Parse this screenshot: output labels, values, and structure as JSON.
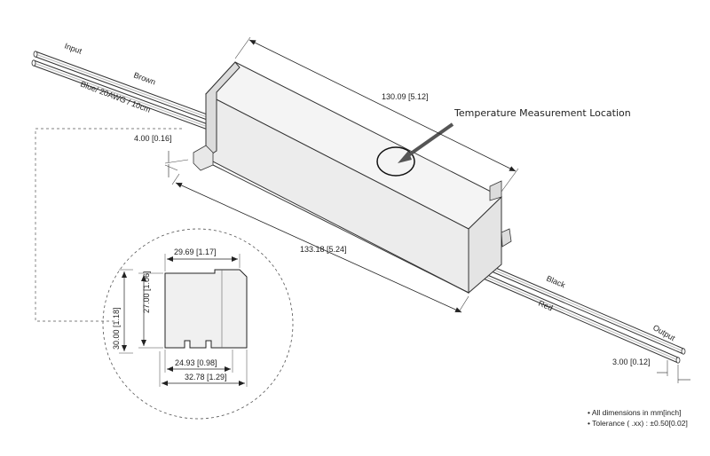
{
  "wires": {
    "input_label": "Input",
    "brown_label": "Brown",
    "blue_label": "Blue/ 20AWG / 10cm",
    "black_label": "Black",
    "red_label": "Red",
    "output_label": "Output"
  },
  "dimensions": {
    "top_length": "130.09 [5.12]",
    "bottom_length": "133.18 [5.24]",
    "tab_height": "4.00 [0.16]",
    "wire_spacing": "3.00 [0.12]",
    "section_top_width": "29.69 [1.17]",
    "section_body_height": "27.00 [1.06]",
    "section_total_height": "30.00 [1.18]",
    "section_inner_width": "24.93 [0.98]",
    "section_total_width": "32.78 [1.29]"
  },
  "callout": {
    "temperature_label": "Temperature Measurement Location"
  },
  "notes": {
    "line1": "• All dimensions in mm[inch]",
    "line2": "• Tolerance ( .xx)   : ±0.50[0.02]"
  }
}
